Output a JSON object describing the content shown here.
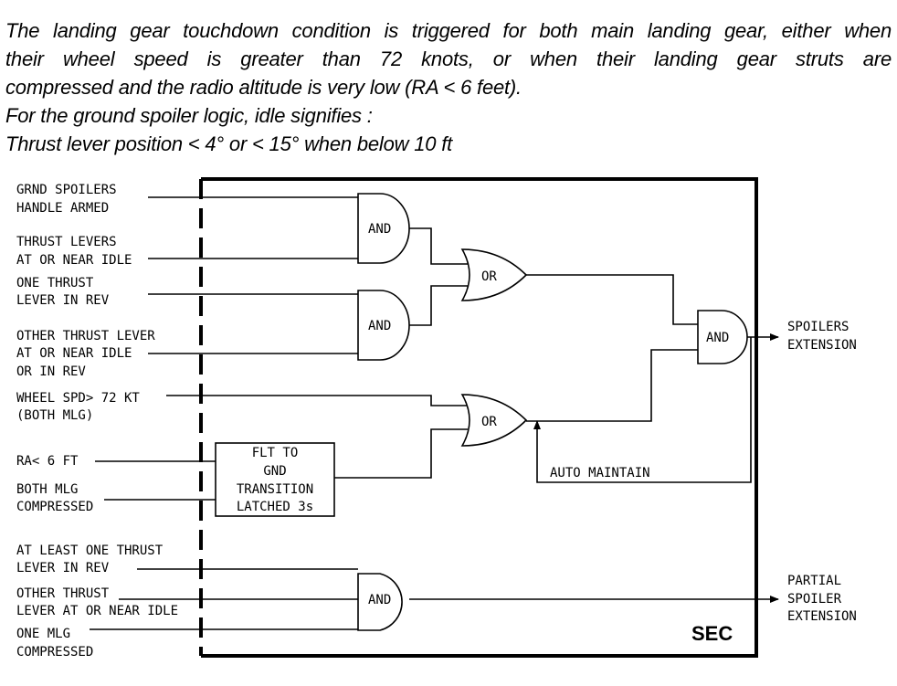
{
  "intro": {
    "lines": [
      "The landing gear touchdown condition is triggered for both main landing gear, either when",
      "their wheel speed is greater than 72 knots, or when their landing gear struts are",
      "compressed and the radio altitude is very low (RA < 6 feet).",
      "For the ground spoiler logic, idle signifies :",
      "Thrust lever position < 4° or < 15° when below 10 ft"
    ]
  },
  "inputs": {
    "grnd_spoilers": [
      "GRND SPOILERS",
      "HANDLE ARMED"
    ],
    "thrust_idle": [
      "THRUST LEVERS",
      "AT OR NEAR IDLE"
    ],
    "one_rev": [
      "ONE THRUST",
      "LEVER IN REV"
    ],
    "other_idle_rev": [
      "OTHER THRUST LEVER",
      "AT OR NEAR IDLE",
      "OR IN REV"
    ],
    "wheel_spd": [
      "WHEEL SPD> 72 KT",
      "(BOTH MLG)"
    ],
    "ra": [
      "RA< 6 FT"
    ],
    "both_mlg": [
      "BOTH MLG",
      "COMPRESSED"
    ],
    "at_least_one_rev": [
      "AT LEAST ONE THRUST",
      "LEVER IN REV"
    ],
    "other_thrust_idle": [
      "OTHER THRUST",
      "LEVER AT OR NEAR IDLE"
    ],
    "one_mlg": [
      "ONE MLG",
      "COMPRESSED"
    ]
  },
  "gates": {
    "and_label": "AND",
    "or_label": "OR"
  },
  "latch": [
    "FLT TO",
    "GND",
    "TRANSITION",
    "LATCHED 3s"
  ],
  "auto_maintain": "AUTO MAINTAIN",
  "outputs": {
    "spoilers": [
      "SPOILERS",
      "EXTENSION"
    ],
    "partial": [
      "PARTIAL",
      "SPOILER",
      "EXTENSION"
    ]
  },
  "sec_label": "SEC"
}
